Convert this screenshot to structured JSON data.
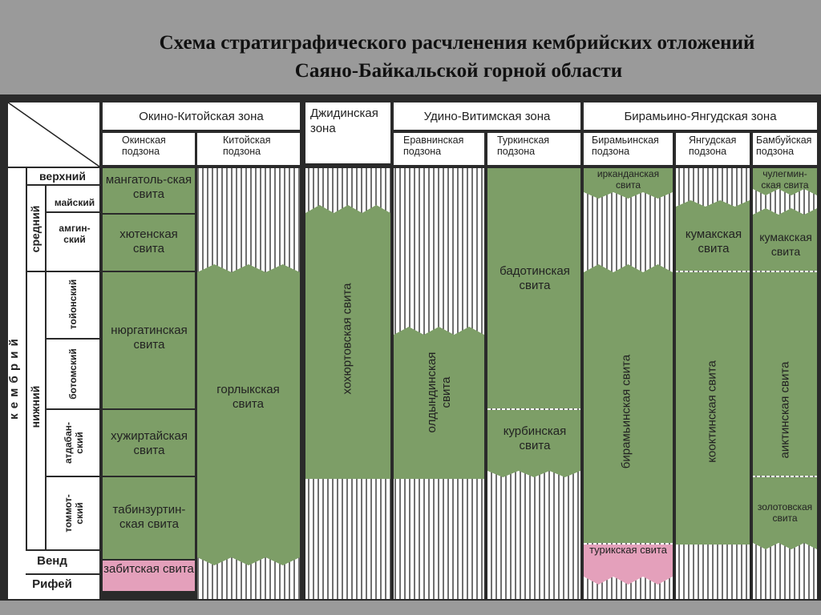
{
  "title": {
    "line1": "Схема стратиграфического расчленения кембрийских отложений",
    "line2": "Саяно-Байкальской горной области"
  },
  "colors": {
    "green": "#7d9e67",
    "pink": "#e4a0bb",
    "hatch_bg": "#ffffff",
    "hatch_line": "#333333"
  },
  "zones": {
    "okino_kitoy": "Окино-Китойская зона",
    "dzhida": "Джидинская зона",
    "udino_vitim": "Удино-Витимская зона",
    "biramyino_yangud": "Бирамьино-Янгудская зона"
  },
  "subzones": {
    "okinskaya": "Окинская подзона",
    "kitoyskaya": "Китойская подзона",
    "eravninskaya": "Еравнинская подзона",
    "turkinskaya": "Туркинская подзона",
    "biramyinskaya": "Бирамьинская подзона",
    "yangudskaya": "Янгудская подзона",
    "bambuyskaya": "Бамбуйская подзона"
  },
  "stratigraphy": {
    "system": "к е м б р и й",
    "series_upper": "верхний",
    "series_middle": "средний",
    "series_lower": "нижний",
    "stage_mayskiy": "майский",
    "stage_amginskiy": "амгин-ский",
    "stage_toyonskiy": "тойонский",
    "stage_botomskiy": "ботомский",
    "stage_atdabanskiy": "атдабан-ский",
    "stage_tommotskiy": "томмот-ский",
    "vend": "Венд",
    "rifey": "Рифей"
  },
  "suites": {
    "mangatol": "мангатоль-ская свита",
    "khyuten": "хютенская свита",
    "nyurgatin": "нюргатинская свита",
    "khuzhirtay": "хужиртайская свита",
    "tabinzurtin": "табинзуртин-ская свита",
    "zabit": "забитская свита",
    "gorlyk": "горлыкская свита",
    "khokhyurtov": "хохюртовская свита",
    "oldyndin": "олдындинская свита",
    "badotin": "бадотинская свита",
    "kurbin": "курбинская свита",
    "irkandan": "ирканданская свита",
    "biramyin": "бирамьинская свита",
    "turik": "турикская свита",
    "kumak_y": "кумакская свита",
    "kooktin": "кооктинская свита",
    "chulegmin": "чулегмин-ская свита",
    "kumak_b": "кумакская свита",
    "aiktin": "аиктинская свита",
    "zolotov": "золотовская свита"
  }
}
